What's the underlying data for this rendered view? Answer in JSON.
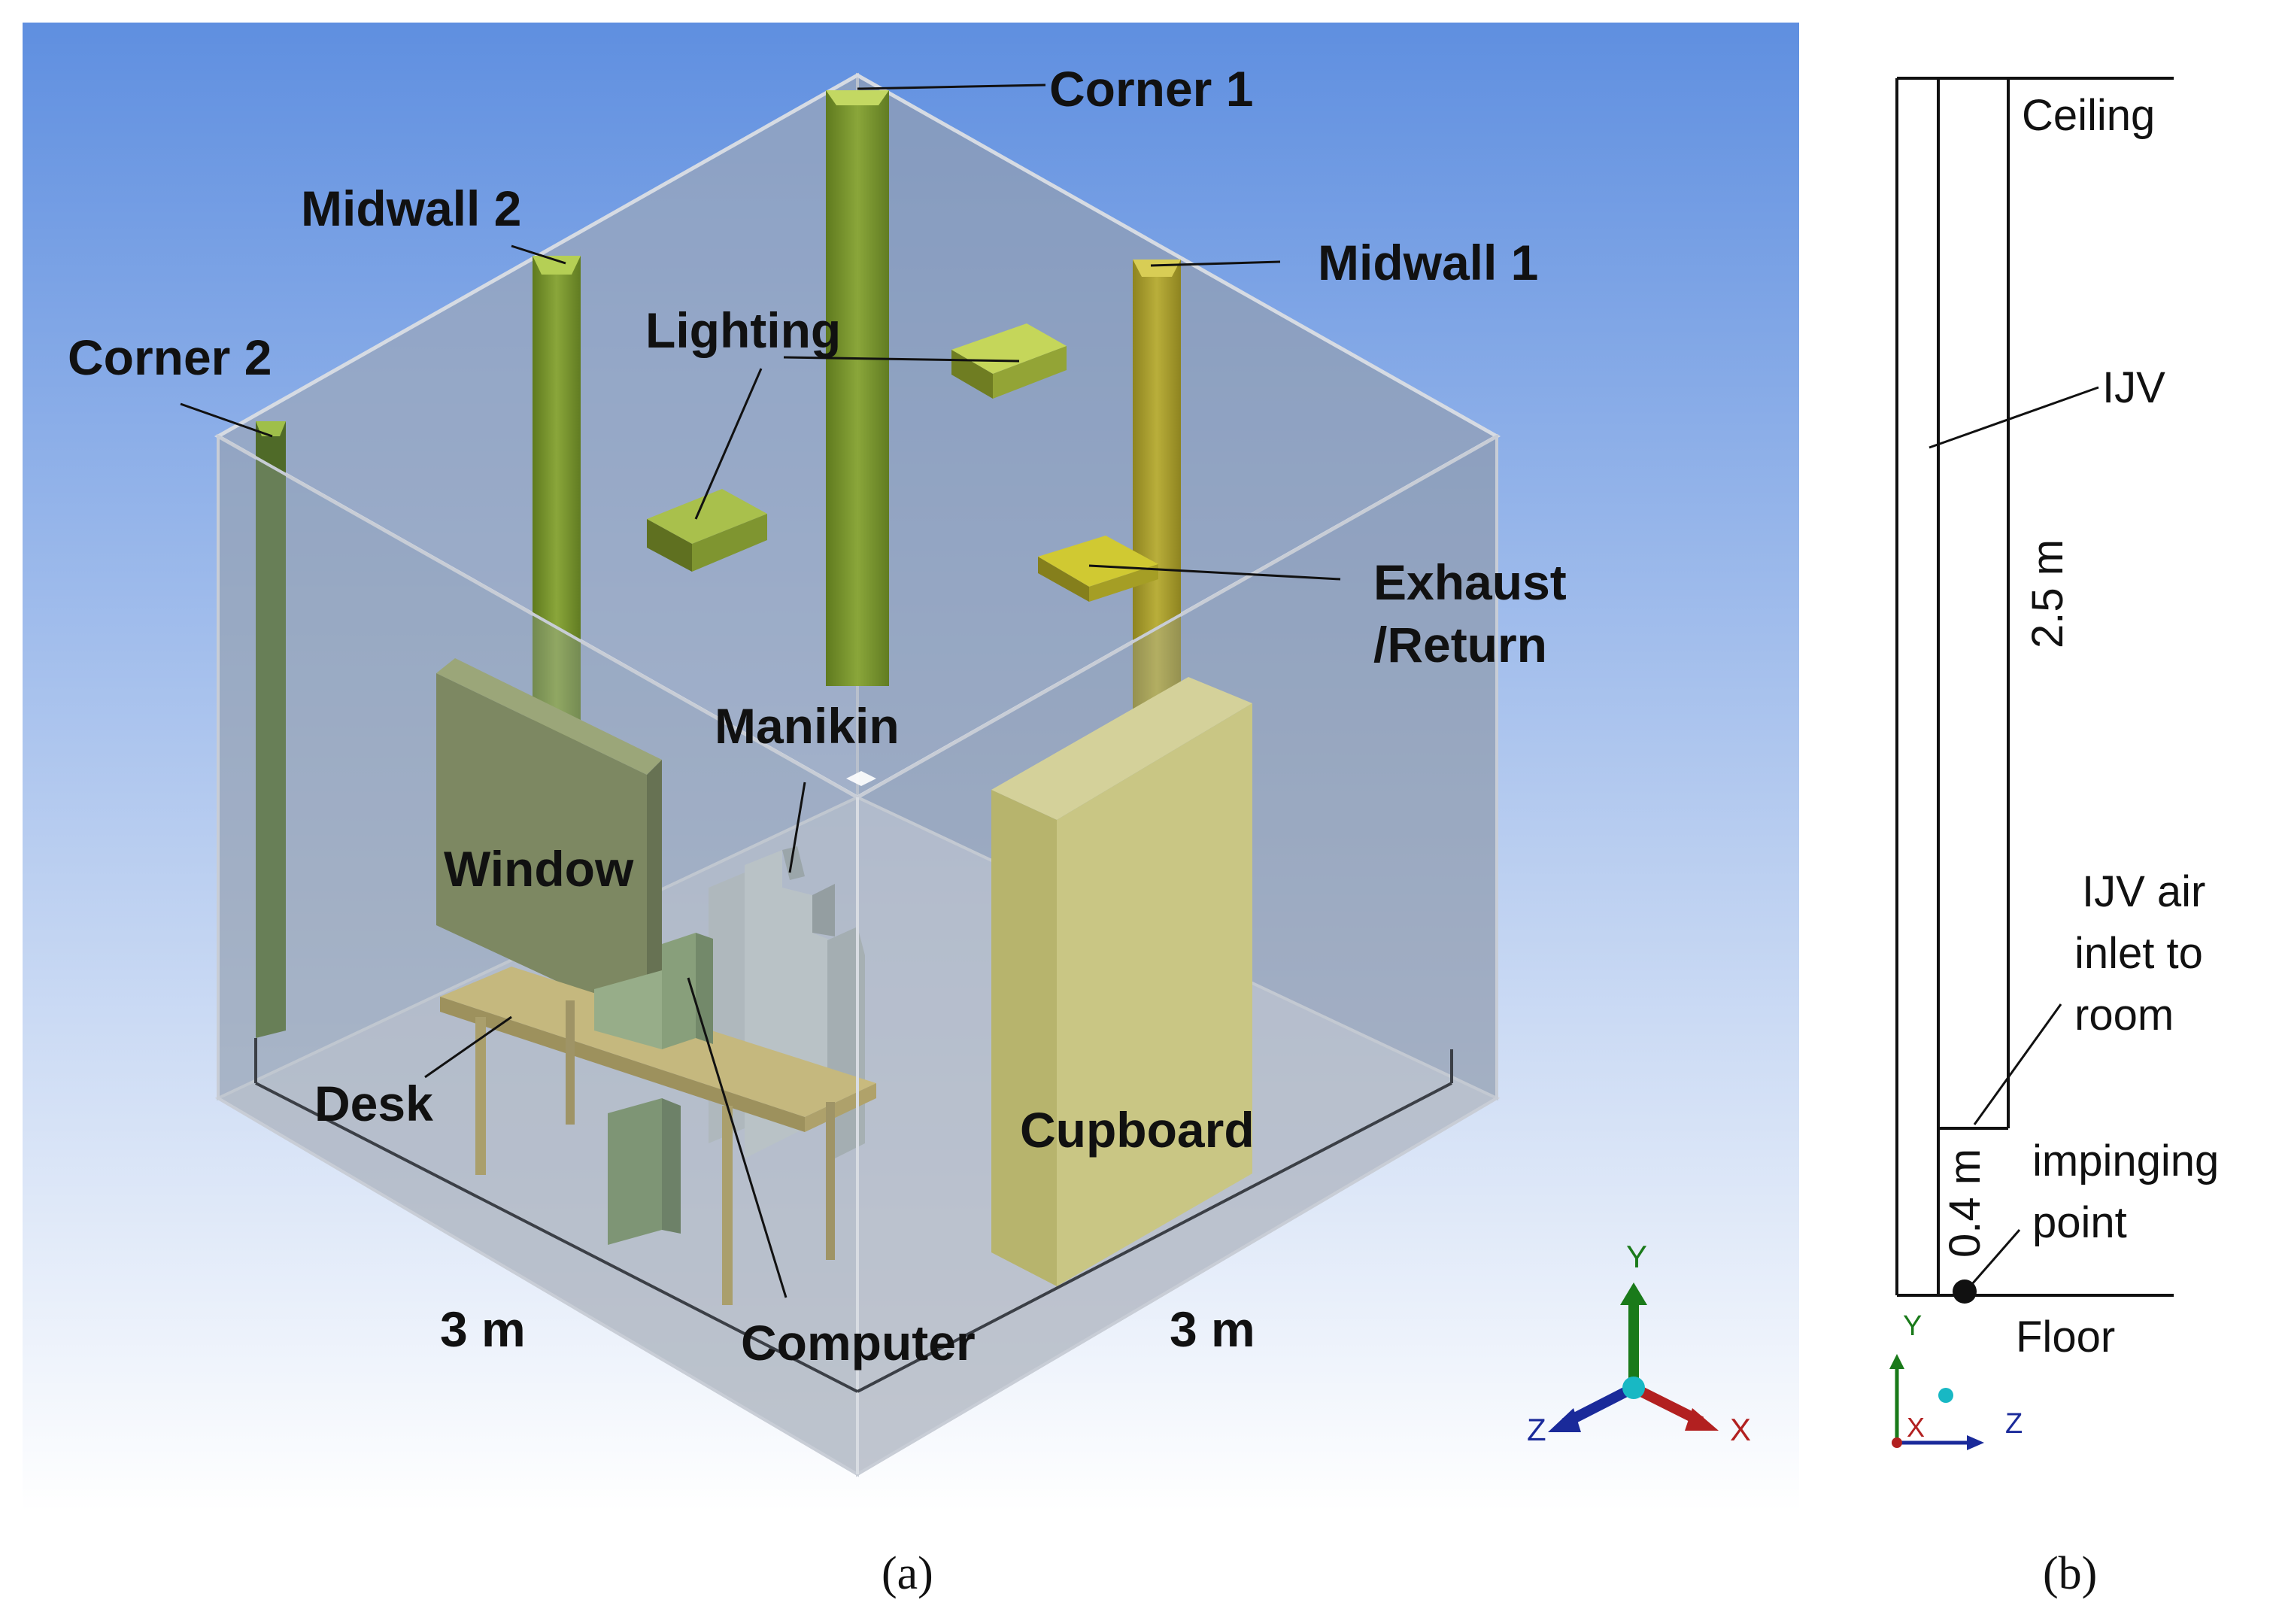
{
  "panel_a": {
    "labels": {
      "corner1": "Corner 1",
      "corner2": "Corner 2",
      "midwall1": "Midwall 1",
      "midwall2": "Midwall 2",
      "lighting": "Lighting",
      "exhaust_line1": "Exhaust",
      "exhaust_line2": "/Return",
      "manikin": "Manikin",
      "window": "Window",
      "desk": "Desk",
      "cupboard": "Cupboard",
      "computer": "Computer",
      "dim_left": "3 m",
      "dim_right": "3 m"
    },
    "triad": {
      "y": "Y",
      "z": "Z",
      "x": "X"
    },
    "caption": "(a)"
  },
  "panel_b": {
    "labels": {
      "ceiling": "Ceiling",
      "ijv": "IJV",
      "height_upper": "2.5 m",
      "inlet_line1": "IJV air",
      "inlet_line2": "inlet to",
      "inlet_line3": "room",
      "height_lower": "0.4 m",
      "impinging_line1": "impinging",
      "impinging_line2": "point",
      "floor": "Floor"
    },
    "triad": {
      "y": "Y",
      "x": "X",
      "z": "Z"
    },
    "caption": "(b)"
  },
  "colors": {
    "sky_top": "#5f8fe0",
    "sky_bottom": "#ffffff",
    "room_glass": "#9aa4b4",
    "column_green": "#7d9a2e",
    "column_olive": "#a7a22e",
    "lighting": "#b9cc4a",
    "exhaust": "#c9c42a",
    "window": "#6f7a3a",
    "desk": "#c7b055",
    "cupboard": "#c8c25a",
    "manikin": "#8a9590",
    "computer": "#8aa56a",
    "axis_y": "#1a7a1a",
    "axis_x": "#b22020",
    "axis_z": "#1a2a9a"
  }
}
